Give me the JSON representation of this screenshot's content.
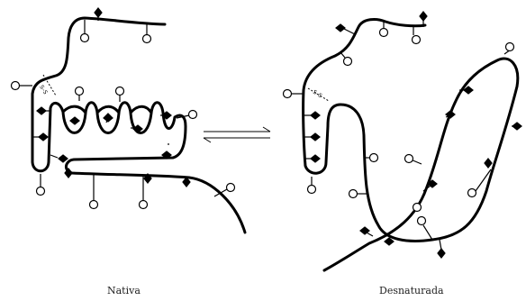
{
  "labels": {
    "native": "Nativa",
    "denatured": "Desnaturada"
  },
  "colors": {
    "chain": "#000000",
    "polar_group": "#ffffff",
    "nonpolar_group": "#000000"
  },
  "legend_semantics": {
    "open_circle": "polar-side-group",
    "filled_diamond": "nonpolar-side-group"
  }
}
